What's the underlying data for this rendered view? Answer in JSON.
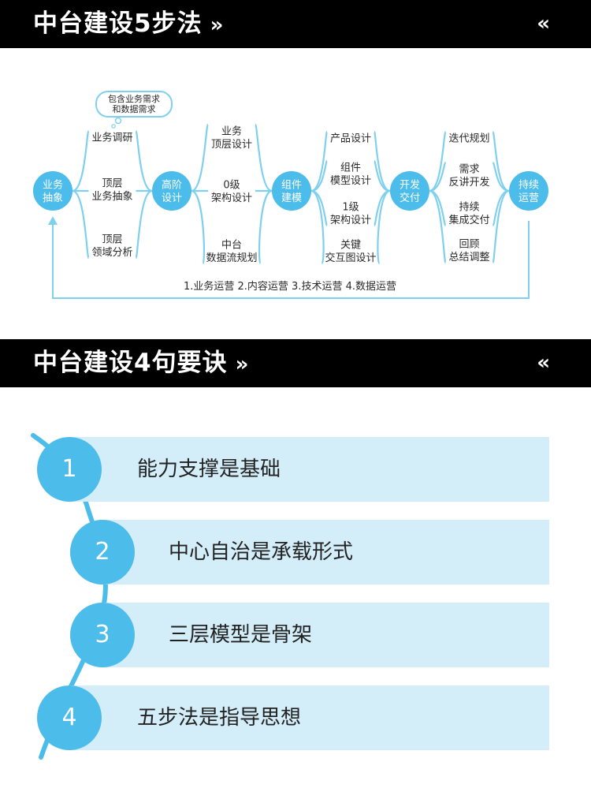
{
  "section1": {
    "title": "中台建设5步法",
    "arrow_right": "»",
    "arrow_left": "«"
  },
  "section2": {
    "title": "中台建设4句要诀",
    "arrow_right": "»",
    "arrow_left": "«"
  },
  "diagram": {
    "node_color": "#4cbcea",
    "line_color": "#7fd0ee",
    "thought_bubble": [
      "包含业务需求",
      "和数据需求"
    ],
    "nodes": [
      {
        "lines": [
          "业务",
          "抽象"
        ]
      },
      {
        "lines": [
          "高阶",
          "设计"
        ]
      },
      {
        "lines": [
          "组件",
          "建模"
        ]
      },
      {
        "lines": [
          "开发",
          "交付"
        ]
      },
      {
        "lines": [
          "持续",
          "运营"
        ]
      }
    ],
    "groups": [
      {
        "items": [
          {
            "lines": [
              "业务调研"
            ]
          },
          {
            "lines": [
              "顶层",
              "业务抽象"
            ]
          },
          {
            "lines": [
              "顶层",
              "领域分析"
            ]
          }
        ]
      },
      {
        "items": [
          {
            "lines": [
              "业务",
              "顶层设计"
            ]
          },
          {
            "lines": [
              "0级",
              "架构设计"
            ]
          },
          {
            "lines": [
              "中台",
              "数据流规划"
            ]
          }
        ]
      },
      {
        "items": [
          {
            "lines": [
              "产品设计"
            ]
          },
          {
            "lines": [
              "组件",
              "模型设计"
            ]
          },
          {
            "lines": [
              "1级",
              "架构设计"
            ]
          },
          {
            "lines": [
              "关键",
              "交互图设计"
            ]
          }
        ]
      },
      {
        "items": [
          {
            "lines": [
              "迭代规划"
            ]
          },
          {
            "lines": [
              "需求",
              "反讲开发"
            ]
          },
          {
            "lines": [
              "持续",
              "集成交付"
            ]
          },
          {
            "lines": [
              "回顾",
              "总结调整"
            ]
          }
        ]
      }
    ],
    "feedback_label": "1.业务运营  2.内容运营  3.技术运营  4.数据运营"
  },
  "tips": {
    "circle_color": "#4cbcea",
    "row_color": "#d3edf9",
    "items": [
      {
        "num": "1",
        "text": "能力支撑是基础"
      },
      {
        "num": "2",
        "text": "中心自治是承载形式"
      },
      {
        "num": "3",
        "text": "三层模型是骨架"
      },
      {
        "num": "4",
        "text": "五步法是指导思想"
      }
    ]
  }
}
